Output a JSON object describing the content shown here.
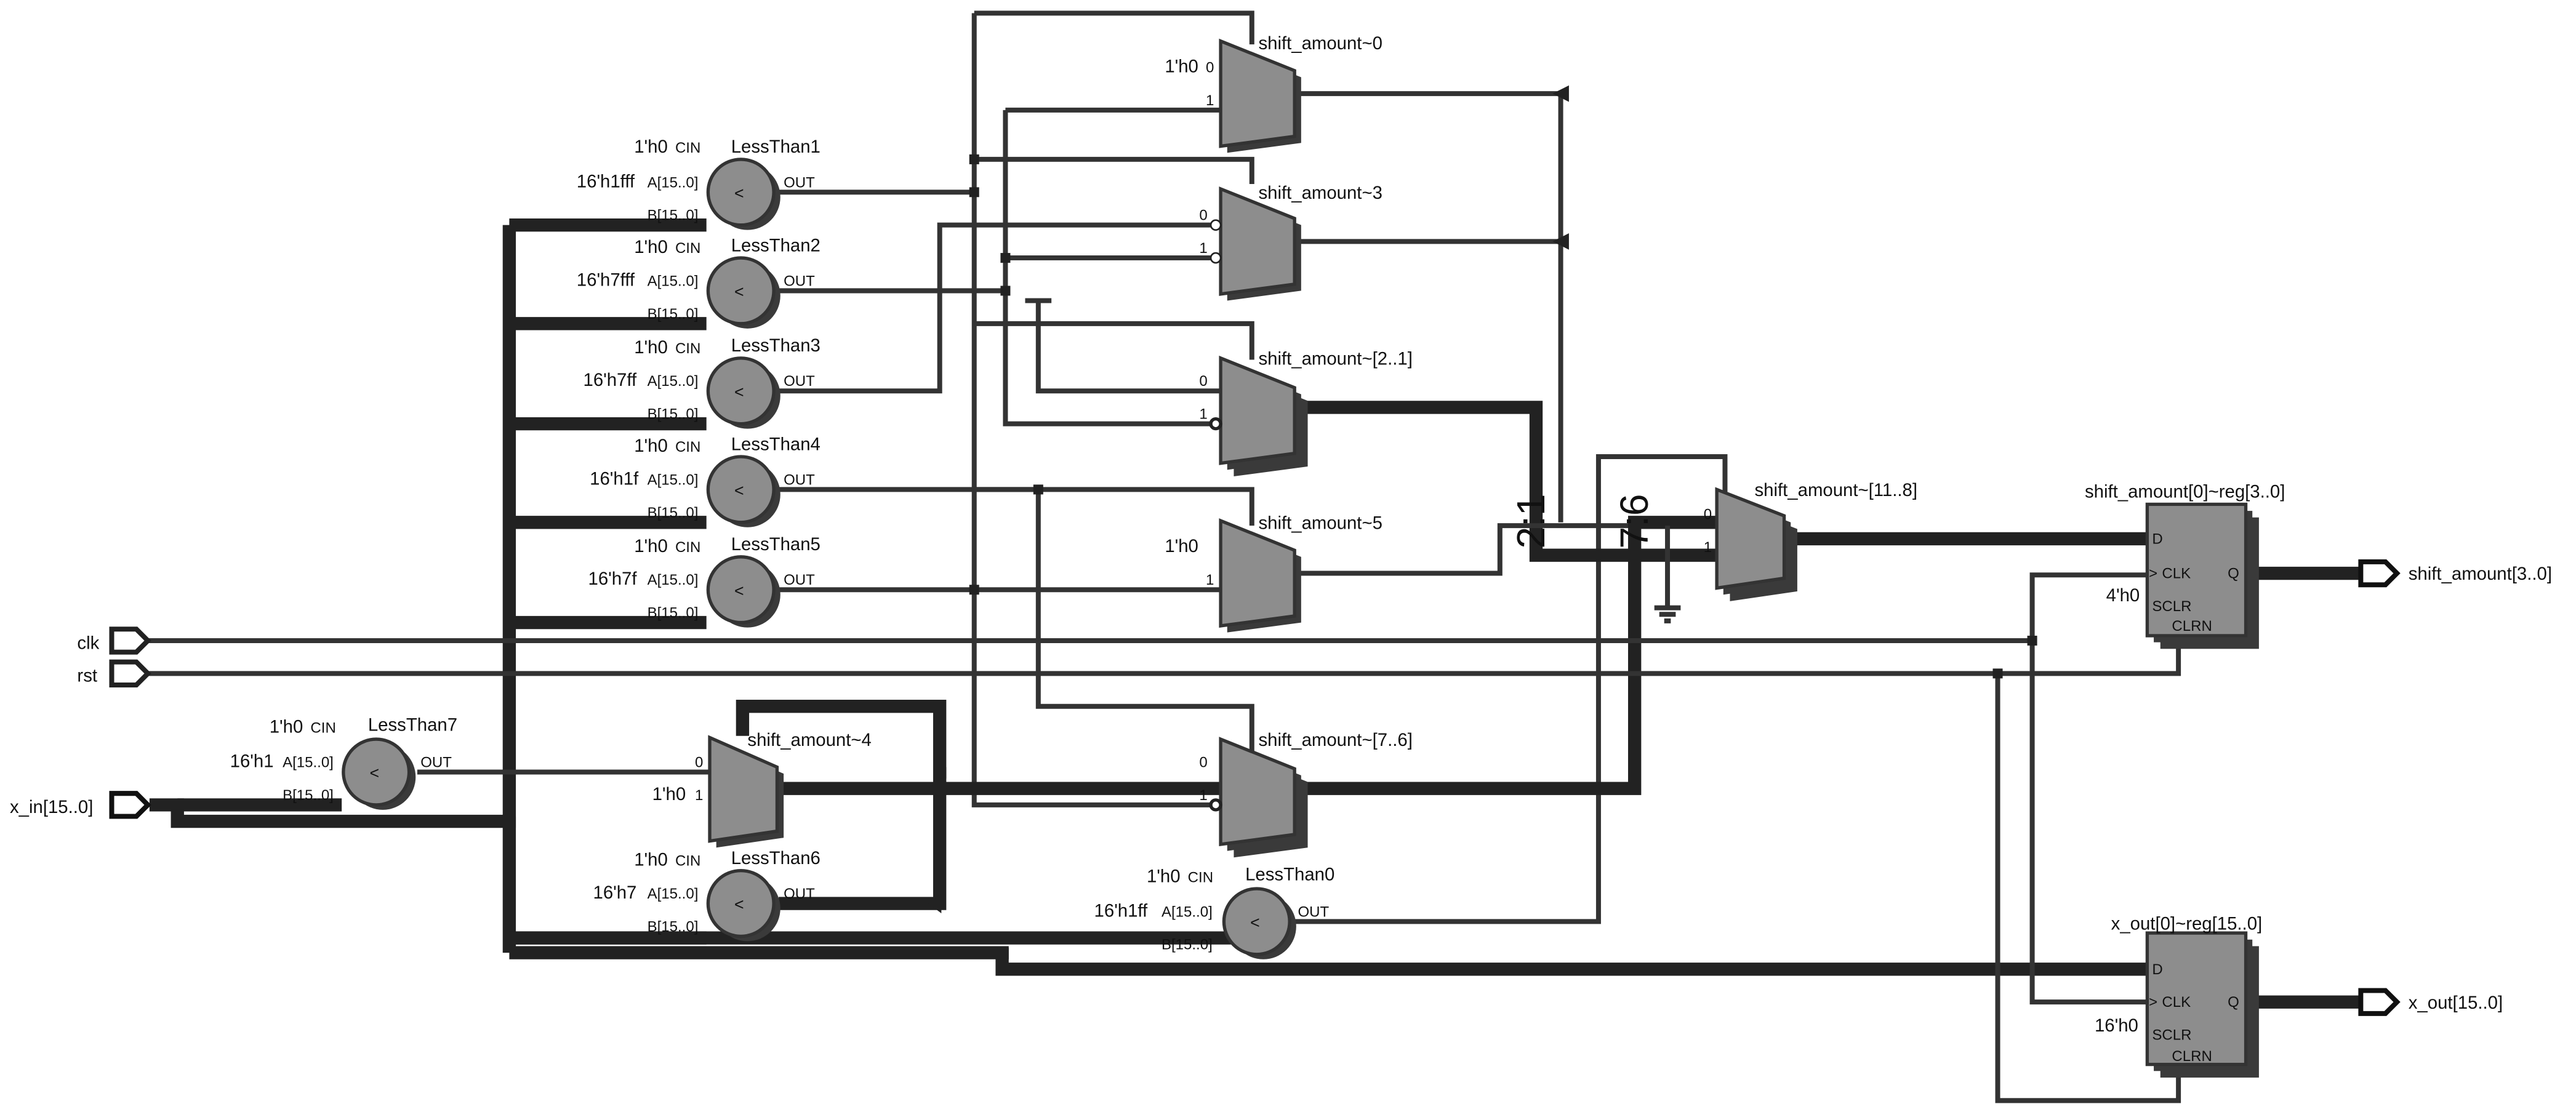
{
  "inputs": {
    "clk": "clk",
    "rst": "rst",
    "x_in": "x_in[15..0]"
  },
  "outputs": {
    "shift_amount": "shift_amount[3..0]",
    "x_out": "x_out[15..0]"
  },
  "pins": {
    "cin": "CIN",
    "a": "A[15..0]",
    "b": "B[15..0]",
    "out": "OUT",
    "lt": "<",
    "d": "D",
    "clk": "CLK",
    "q": "Q",
    "sclr": "SCLR",
    "clrn": "CLRN",
    "sel0": "0",
    "sel1": "1"
  },
  "comparators": [
    {
      "name": "LessThan1",
      "cin": "1'h0",
      "a": "16'h1fff"
    },
    {
      "name": "LessThan2",
      "cin": "1'h0",
      "a": "16'h7fff"
    },
    {
      "name": "LessThan3",
      "cin": "1'h0",
      "a": "16'h7ff"
    },
    {
      "name": "LessThan4",
      "cin": "1'h0",
      "a": "16'h1f"
    },
    {
      "name": "LessThan5",
      "cin": "1'h0",
      "a": "16'h7f"
    },
    {
      "name": "LessThan7",
      "cin": "1'h0",
      "a": "16'h1"
    },
    {
      "name": "LessThan6",
      "cin": "1'h0",
      "a": "16'h7"
    },
    {
      "name": "LessThan0",
      "cin": "1'h0",
      "a": "16'h1ff"
    }
  ],
  "muxes": [
    {
      "name": "shift_amount~0",
      "const": "1'h0"
    },
    {
      "name": "shift_amount~3",
      "const": ""
    },
    {
      "name": "shift_amount~[2..1]",
      "const": ""
    },
    {
      "name": "shift_amount~5",
      "const": "1'h0"
    },
    {
      "name": "shift_amount~4",
      "const": "1'h0"
    },
    {
      "name": "shift_amount~[7..6]",
      "const": ""
    },
    {
      "name": "shift_amount~[11..8]",
      "const": ""
    }
  ],
  "bus_tags": {
    "t21": "2:1",
    "t76": "7:6"
  },
  "registers": [
    {
      "name": "shift_amount[0]~reg[3..0]",
      "init": "4'h0"
    },
    {
      "name": "x_out[0]~reg[15..0]",
      "init": "16'h0"
    }
  ]
}
